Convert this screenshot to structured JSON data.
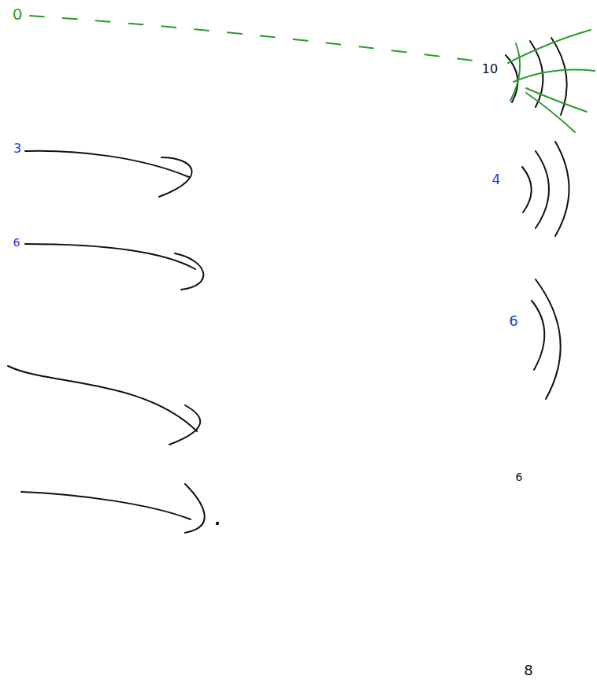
{
  "diagram": {
    "labels": [
      "0",
      "10",
      "3",
      "6",
      "4",
      "6",
      "6",
      "8"
    ]
  }
}
